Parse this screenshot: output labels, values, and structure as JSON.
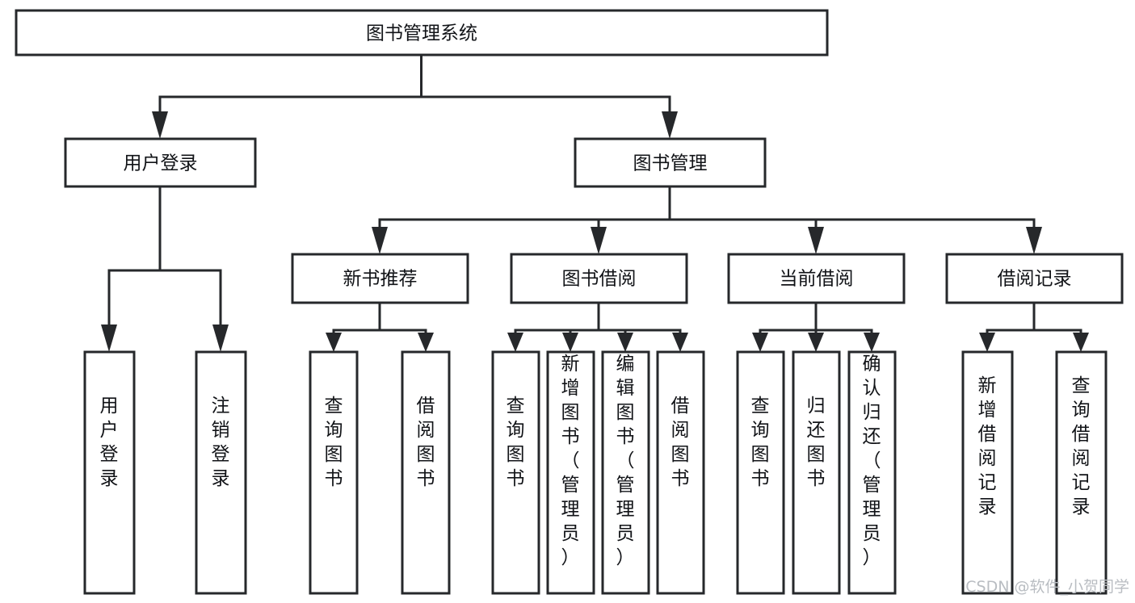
{
  "diagram": {
    "type": "tree",
    "title": "图书管理系统",
    "orientation": "top-down",
    "colors": {
      "box_fill": "#ffffff",
      "box_stroke": "#26282b",
      "text": "#111317",
      "watermark": "#b9bdc2",
      "background": "#ffffff"
    },
    "root": {
      "id": "root",
      "label": "图书管理系统",
      "orient": "horizontal"
    },
    "level2": [
      {
        "id": "user-login",
        "label": "用户登录",
        "orient": "horizontal"
      },
      {
        "id": "book-management",
        "label": "图书管理",
        "orient": "horizontal"
      }
    ],
    "level3": [
      {
        "id": "new-book-recommend",
        "label": "新书推荐",
        "parent": "book-management",
        "orient": "horizontal"
      },
      {
        "id": "book-borrow",
        "label": "图书借阅",
        "parent": "book-management",
        "orient": "horizontal"
      },
      {
        "id": "current-borrow",
        "label": "当前借阅",
        "parent": "book-management",
        "orient": "horizontal"
      },
      {
        "id": "borrow-record",
        "label": "借阅记录",
        "parent": "book-management",
        "orient": "horizontal"
      }
    ],
    "leaves": [
      {
        "id": "leaf-user-login",
        "label": "用户登录",
        "parent": "user-login",
        "orient": "vertical"
      },
      {
        "id": "leaf-user-logout",
        "label": "注销登录",
        "parent": "user-login",
        "orient": "vertical"
      },
      {
        "id": "leaf-query-book-1",
        "label": "查询图书",
        "parent": "new-book-recommend",
        "orient": "vertical"
      },
      {
        "id": "leaf-borrow-book-1",
        "label": "借阅图书",
        "parent": "new-book-recommend",
        "orient": "vertical"
      },
      {
        "id": "leaf-query-book-2",
        "label": "查询图书",
        "parent": "book-borrow",
        "orient": "vertical"
      },
      {
        "id": "leaf-add-book",
        "label": "新增图书（管理员）",
        "parent": "book-borrow",
        "orient": "vertical"
      },
      {
        "id": "leaf-edit-book",
        "label": "编辑图书（管理员）",
        "parent": "book-borrow",
        "orient": "vertical"
      },
      {
        "id": "leaf-borrow-book-2",
        "label": "借阅图书",
        "parent": "book-borrow",
        "orient": "vertical"
      },
      {
        "id": "leaf-query-book-3",
        "label": "查询图书",
        "parent": "current-borrow",
        "orient": "vertical"
      },
      {
        "id": "leaf-return-book",
        "label": "归还图书",
        "parent": "current-borrow",
        "orient": "vertical"
      },
      {
        "id": "leaf-confirm-return",
        "label": "确认归还（管理员）",
        "parent": "current-borrow",
        "orient": "vertical"
      },
      {
        "id": "leaf-add-record",
        "label": "新增借阅记录",
        "parent": "borrow-record",
        "orient": "vertical"
      },
      {
        "id": "leaf-query-record",
        "label": "查询借阅记录",
        "parent": "borrow-record",
        "orient": "vertical"
      }
    ],
    "watermark": "CSDN @软件_小贺同学"
  }
}
